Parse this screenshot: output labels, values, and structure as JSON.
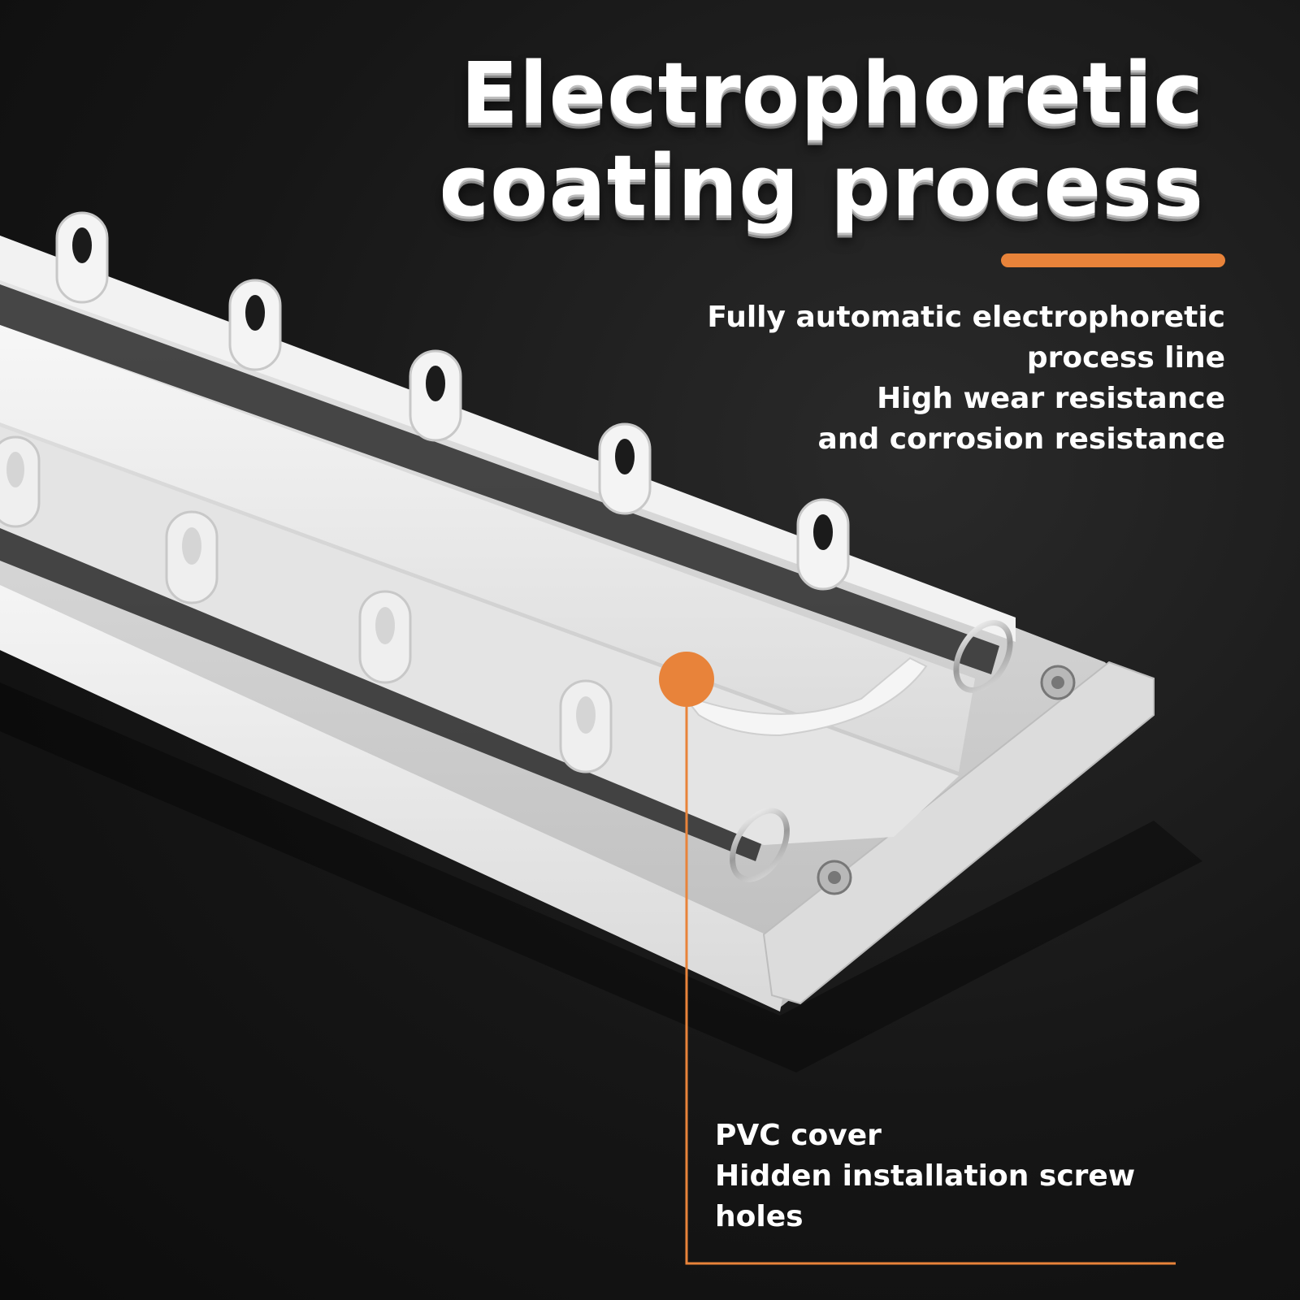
{
  "headline": {
    "line1": "Electrophoretic",
    "line2": "coating process"
  },
  "features": [
    "Fully automatic electrophoretic",
    "process line",
    "High wear resistance",
    "and corrosion resistance"
  ],
  "callout": {
    "lines": [
      "PVC cover",
      "Hidden installation screw",
      "holes"
    ]
  },
  "colors": {
    "accent": "#e8833a",
    "background": "#161616",
    "product": "#eeeeee"
  },
  "icons": {
    "callout_marker": "orange-dot-icon"
  }
}
